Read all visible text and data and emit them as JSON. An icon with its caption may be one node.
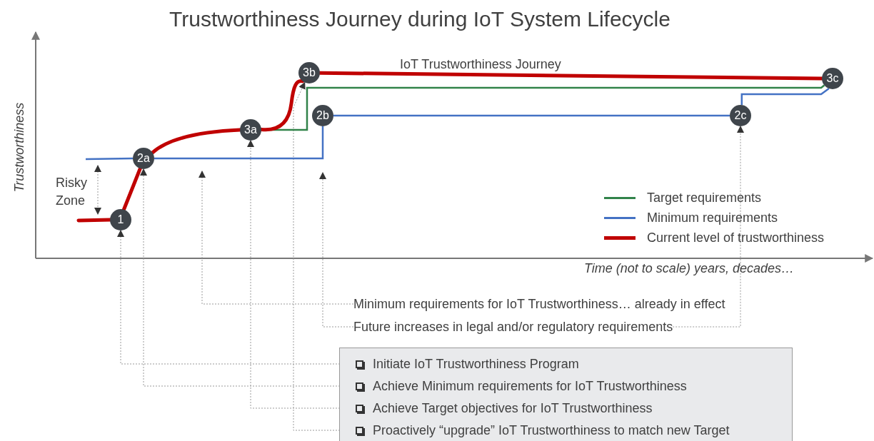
{
  "diagram": {
    "title": "Trustworthiness Journey during IoT System Lifecycle",
    "nodes": [
      {
        "text": [
          "1"
        ]
      },
      {
        "text": [
          "2a"
        ]
      },
      {
        "text": [
          "3a"
        ]
      },
      {
        "text": [
          "3b"
        ]
      },
      {
        "text": [
          "2b"
        ]
      },
      {
        "text": [
          "2c"
        ]
      },
      {
        "text": [
          "3c"
        ]
      },
      {
        "text": [
          "Minimum requirements for IoT Trustworthiness… already in effect"
        ]
      },
      {
        "text": [
          "Future increases in legal and/or regulatory requirements"
        ]
      },
      {
        "text": [],
        "shape": "box"
      },
      {
        "text": [
          "Initiate IoT Trustworthiness Program"
        ],
        "in": 9
      },
      {
        "text": [
          "Achieve Minimum requirements for IoT Trustworthiness"
        ],
        "in": 9
      },
      {
        "text": [
          "Achieve Target objectives for IoT Trustworthiness"
        ],
        "in": 9
      },
      {
        "text": [
          "Proactively “upgrade” IoT Trustworthiness to match new Target"
        ],
        "in": 9
      }
    ],
    "edges": [
      {
        "from": 7,
        "to": null,
        "arrow": "to",
        "style": "dashed"
      },
      {
        "from": 8,
        "to": null,
        "arrow": "to",
        "style": "dashed"
      },
      {
        "from": 8,
        "to": 5,
        "arrow": "to",
        "style": "dashed"
      },
      {
        "from": 10,
        "to": 0,
        "arrow": "to",
        "style": "dashed"
      },
      {
        "from": 11,
        "to": 1,
        "arrow": "to",
        "style": "dashed"
      },
      {
        "from": 12,
        "to": 2,
        "arrow": "to",
        "style": "dashed"
      },
      {
        "from": 13,
        "to": 3,
        "arrow": "to",
        "style": "dashed"
      },
      {
        "from": null,
        "to": 1,
        "arrow": "none",
        "color": "#4472c4"
      },
      {
        "from": 1,
        "to": 4,
        "arrow": "none",
        "color": "#4472c4"
      },
      {
        "from": 4,
        "to": 5,
        "arrow": "none",
        "color": "#4472c4"
      },
      {
        "from": 5,
        "to": 6,
        "arrow": "none",
        "color": "#4472c4"
      },
      {
        "from": 2,
        "to": 6,
        "arrow": "none",
        "color": "#31834a"
      },
      {
        "from": null,
        "to": 0,
        "arrow": "none",
        "style": "thick",
        "color": "#c00000"
      },
      {
        "from": 0,
        "to": 1,
        "arrow": "none",
        "style": "thick",
        "color": "#c00000"
      },
      {
        "from": 1,
        "to": 2,
        "arrow": "none",
        "style": "thick",
        "color": "#c00000"
      },
      {
        "from": 2,
        "to": 3,
        "arrow": "none",
        "style": "thick",
        "color": "#c00000"
      },
      {
        "from": 3,
        "to": 6,
        "arrow": "none",
        "style": "thick",
        "color": "#c00000"
      }
    ],
    "labels": [
      "IoT Trustworthiness Journey",
      "Trustworthiness",
      "Risky Zone",
      "Time (not to scale) years, decades…"
    ],
    "legend": [
      {
        "text": "Target requirements",
        "color": "#31834a"
      },
      {
        "text": "Minimum requirements",
        "color": "#4472c4"
      },
      {
        "text": "Current level of trustworthiness",
        "color": "#c00000"
      }
    ]
  }
}
